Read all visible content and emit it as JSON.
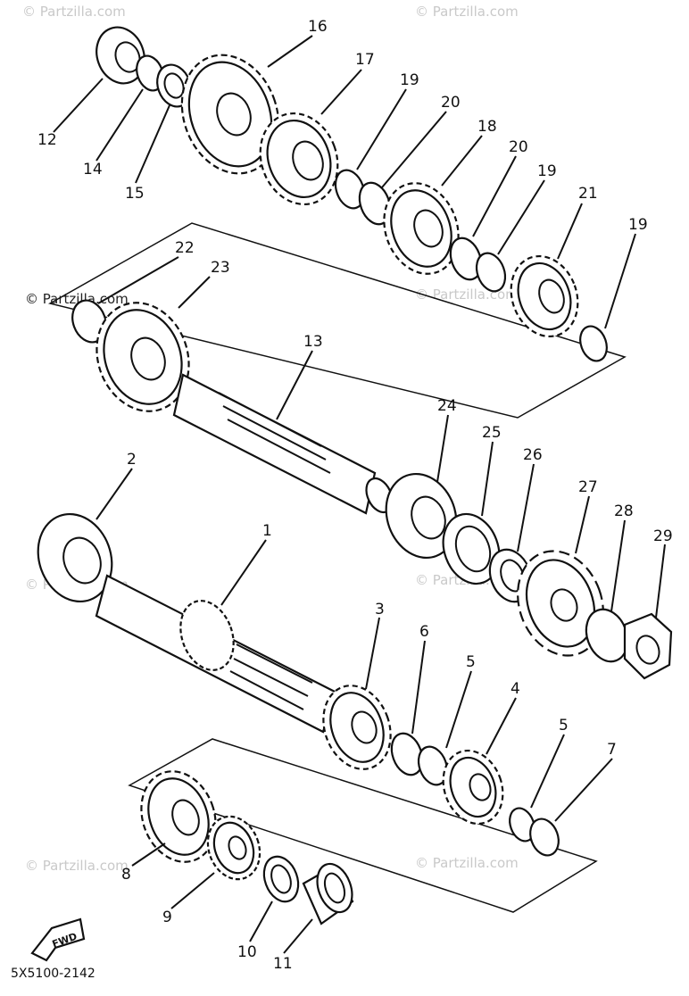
{
  "diagram": {
    "part_code": "5X5100-2142",
    "fwd_label": "FWD",
    "watermarks": [
      "© Partzilla.com",
      "© Partzilla.com",
      "© Partzilla.com",
      "© Partzilla.com",
      "© Partzilla.com",
      "© Partzilla.com",
      "© Partzilla.com",
      "© Partzilla.com"
    ],
    "callouts": [
      "16",
      "17",
      "19",
      "20",
      "18",
      "20",
      "19",
      "21",
      "19",
      "12",
      "14",
      "15",
      "22",
      "23",
      "13",
      "24",
      "25",
      "26",
      "27",
      "28",
      "29",
      "2",
      "1",
      "3",
      "6",
      "5",
      "4",
      "5",
      "7",
      "8",
      "9",
      "10",
      "11"
    ]
  }
}
